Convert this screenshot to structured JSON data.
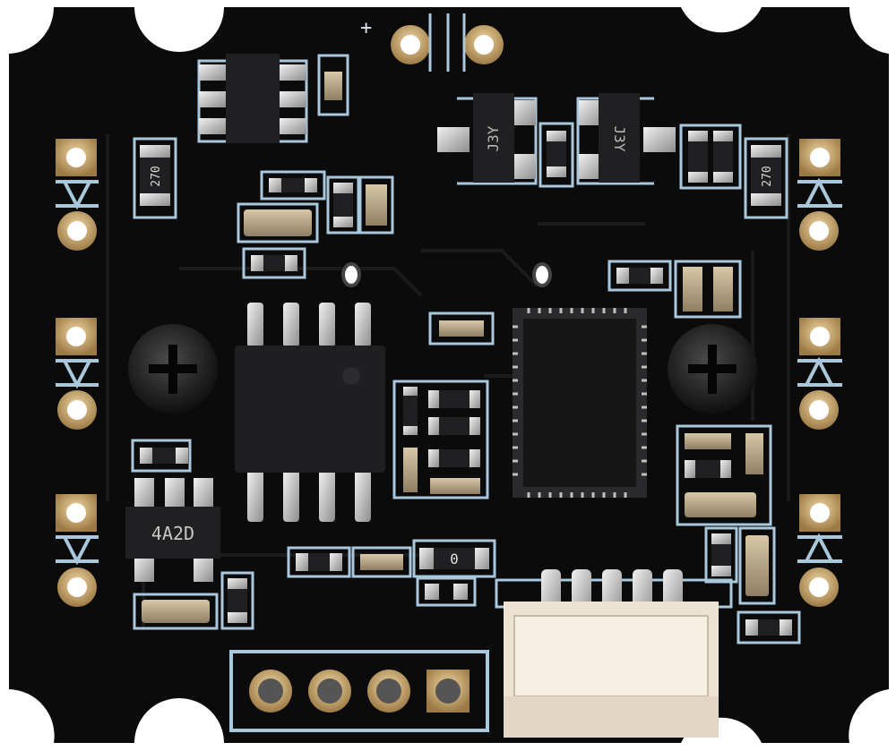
{
  "photo": {
    "subject": "pcb-module",
    "colors": {
      "background": "#ffffff",
      "solder_mask": "#0b0b0c",
      "silkscreen": "#a9c8dc",
      "gold_pad": "#c9a36a",
      "tin": "#cfcfcf",
      "chip": "#1f1f21",
      "cap": "#b9a98e",
      "connector": "#ece3d3"
    },
    "markings": {
      "plus": "+",
      "q1": "J3Y",
      "q2": "J3Y",
      "r_left": "270",
      "r_right": "270",
      "regulator": "4A2D",
      "small_cap": "0"
    }
  }
}
